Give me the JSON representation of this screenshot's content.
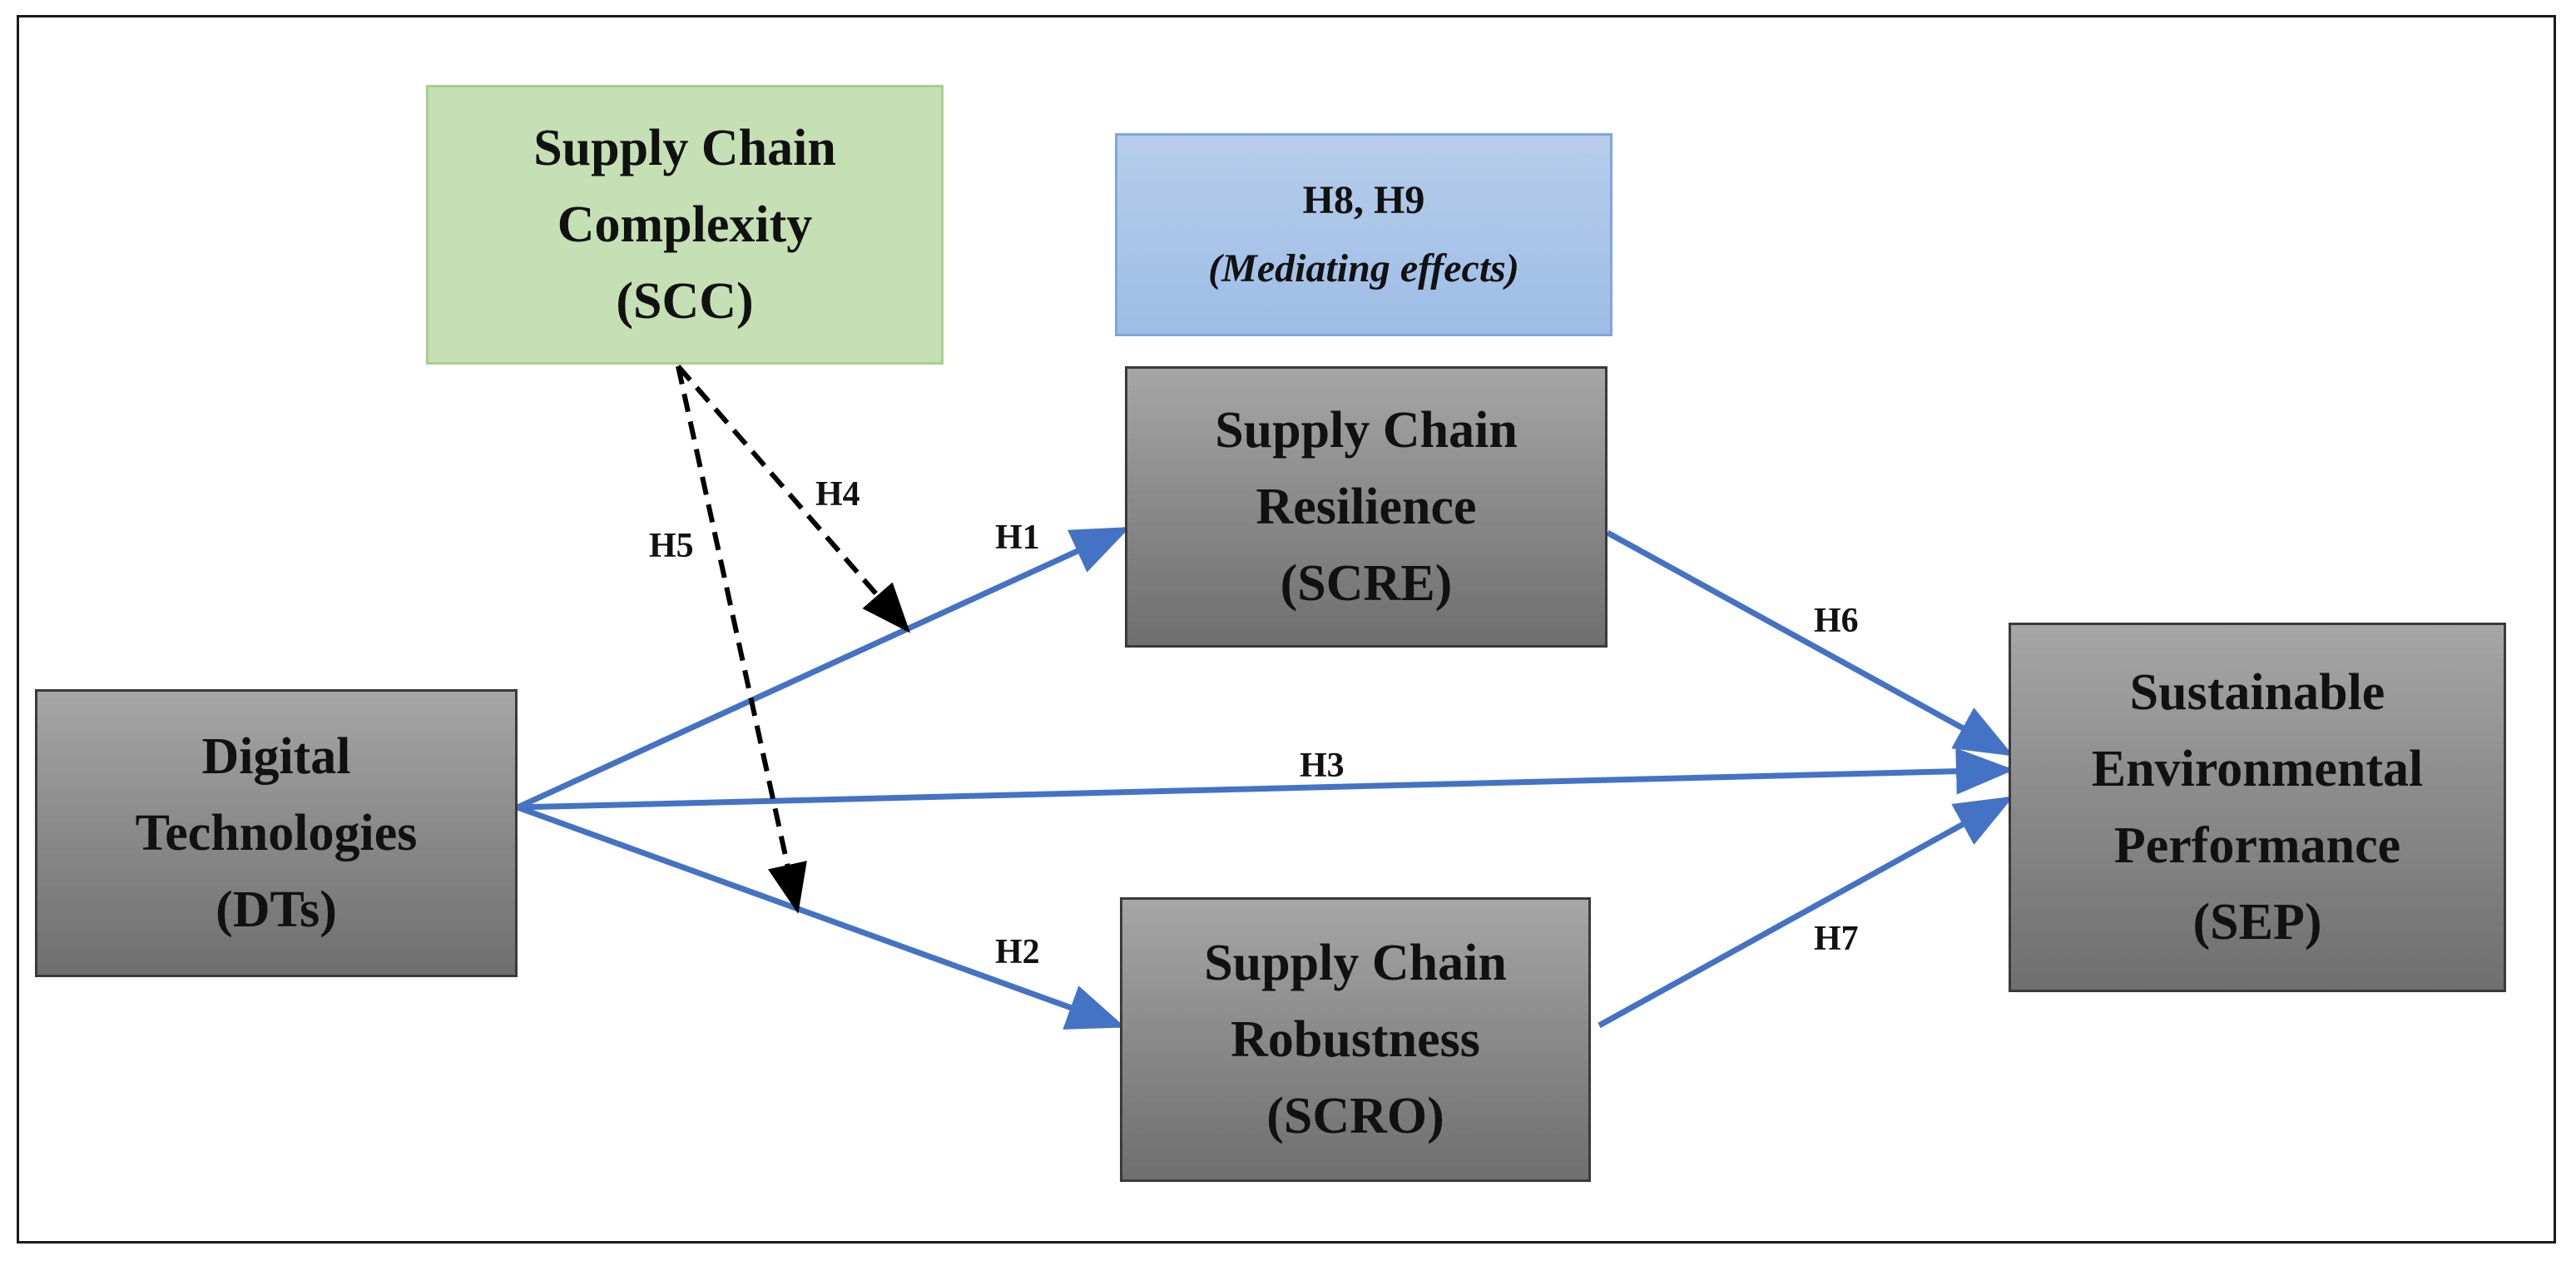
{
  "constructs": {
    "dts": {
      "lines": [
        "Digital",
        "Technologies",
        "(DTs)"
      ]
    },
    "scre": {
      "lines": [
        "Supply Chain",
        "Resilience",
        "(SCRE)"
      ]
    },
    "scro": {
      "lines": [
        "Supply Chain",
        "Robustness",
        "(SCRO)"
      ]
    },
    "sep": {
      "lines": [
        "Sustainable",
        "Environmental",
        "Performance",
        "(SEP)"
      ]
    },
    "scc": {
      "lines": [
        "Supply Chain",
        "Complexity",
        "(SCC)"
      ]
    }
  },
  "mediation": {
    "title": "H8, H9",
    "subtitle": "(Mediating effects)"
  },
  "hypotheses": {
    "h1": "H1",
    "h2": "H2",
    "h3": "H3",
    "h4": "H4",
    "h5": "H5",
    "h6": "H6",
    "h7": "H7"
  },
  "colors": {
    "direct_path": "#4472c4",
    "moderation_path": "#000000",
    "construct_fill": "#8c8c8c",
    "moderator_fill": "#c5e0b4",
    "mediation_fill": "#9dbde6"
  }
}
